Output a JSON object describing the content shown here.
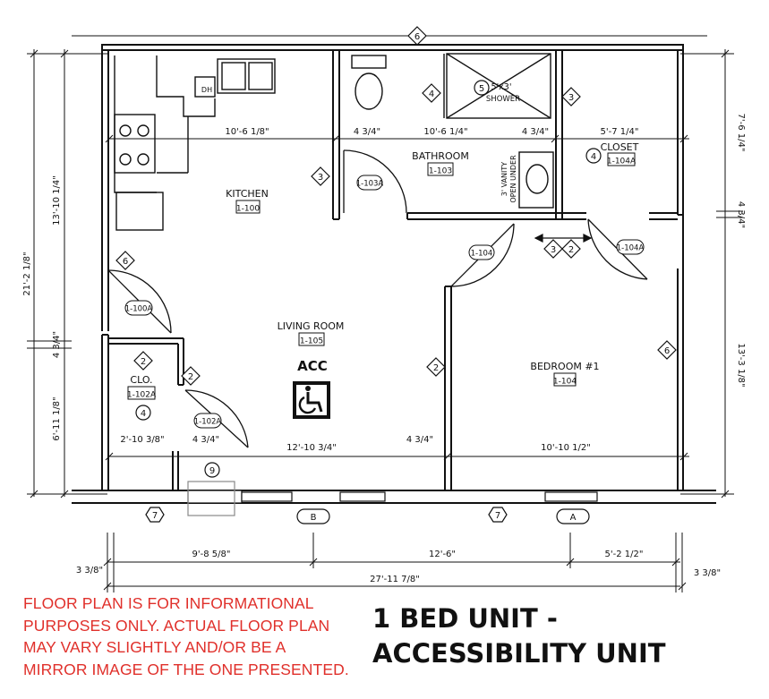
{
  "rooms": {
    "kitchen": {
      "name": "KITCHEN",
      "tag": "1-100",
      "dh": "DH"
    },
    "bathroom": {
      "name": "BATHROOM",
      "tag": "1-103",
      "shower_num": "5",
      "shower": "5'x3'",
      "shower_label": "SHOWER",
      "vanity_1": "3' VANITY",
      "vanity_2": "OPEN UNDER"
    },
    "closet": {
      "name": "CLOSET",
      "tag": "1-104A",
      "num": "4"
    },
    "living": {
      "name": "LIVING ROOM",
      "tag": "1-105",
      "acc": "ACC"
    },
    "clo": {
      "name": "CLO.",
      "tag": "1-102A",
      "num": "4"
    },
    "bedroom": {
      "name": "BEDROOM #1",
      "tag": "1-104"
    }
  },
  "doors": {
    "d1": "1-103A",
    "d2": "1-104",
    "d3": "1-104A",
    "d4": "1-100A",
    "d5": "1-102A"
  },
  "markers": {
    "top": "6",
    "bath_left": "4",
    "bath_right": "3",
    "kitchen_wall": "3",
    "kitchen_lower": "6",
    "closet_a": "3",
    "closet_b": "2",
    "bedroom_right": "6",
    "living_wall": "2",
    "clo_top": "2",
    "clo_right": "2",
    "window": "9",
    "bottom_left": "7",
    "bottom_right": "7",
    "grid_b": "B",
    "grid_a": "A"
  },
  "dims": {
    "kitchen_w": "10'-6 1/8\"",
    "k_bath_wall": "4 3/4\"",
    "bath_w": "10'-6 1/4\"",
    "bath_closet_wall": "4 3/4\"",
    "closet_w": "5'-7 1/4\"",
    "right_top": "7'-6 1/4\"",
    "right_mid": "4 3/4\"",
    "right_bottom": "13'-3 1/8\"",
    "left_top": "13'-10 1/4\"",
    "left_overall": "21'-2 1/8\"",
    "left_mid": "4 3/4\"",
    "left_bottom": "6'-11 1/8\"",
    "clo_w": "2'-10 3/8\"",
    "clo_wall": "4 3/4\"",
    "living_w": "12'-10 3/4\"",
    "living_bed_wall": "4 3/4\"",
    "bedroom_w": "10'-10 1/2\"",
    "bottom_1": "9'-8 5/8\"",
    "bottom_2": "12'-6\"",
    "bottom_3": "5'-2 1/2\"",
    "bottom_overall": "27'-11 7/8\"",
    "edge_left": "3 3/8\"",
    "edge_right": "3 3/8\""
  },
  "disclaimer": [
    "FLOOR PLAN IS FOR INFORMATIONAL",
    "PURPOSES ONLY. ACTUAL FLOOR PLAN",
    "MAY VARY SLIGHTLY AND/OR BE A",
    "MIRROR IMAGE OF THE ONE PRESENTED."
  ],
  "title": [
    "1 BED UNIT -",
    "ACCESSIBILITY UNIT"
  ],
  "colors": {
    "disclaimer": "#e0302b",
    "ink": "#111111"
  }
}
